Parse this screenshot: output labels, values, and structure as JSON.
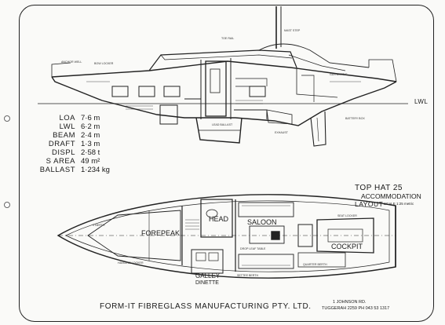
{
  "drawing": {
    "title": "TOP HAT 25",
    "subtitle_1": "ACCOMMODATION",
    "subtitle_2": "LAYOUT",
    "scale": "SCALE 1:25 metric",
    "waterline": "LWL"
  },
  "specs": [
    {
      "label": "LOA",
      "value": "7·6 m"
    },
    {
      "label": "LWL",
      "value": "6·2 m"
    },
    {
      "label": "BEAM",
      "value": "2·4 m"
    },
    {
      "label": "DRAFT",
      "value": "1·3 m"
    },
    {
      "label": "DISPL",
      "value": "2·58 t"
    },
    {
      "label": "S AREA",
      "value": "49 m²"
    },
    {
      "label": "BALLAST",
      "value": "1·234 kg"
    }
  ],
  "plan_labels": {
    "forepeak": "FOREPEAK",
    "head": "HEAD",
    "saloon": "SALOON",
    "cockpit": "COCKPIT",
    "galley": "GALLEY",
    "dinette": "DINETTE"
  },
  "footer": {
    "company": "FORM-IT FIBREGLASS MANUFACTURING PTY. LTD.",
    "address_1": "1 JOHNSON RD.",
    "address_2": "TUGGERAH 2259 PH 043 53 1317"
  }
}
